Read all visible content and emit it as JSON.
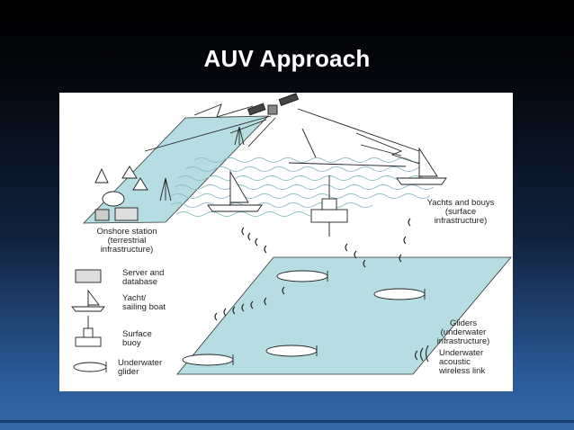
{
  "slide": {
    "title": "AUV Approach"
  },
  "diagram": {
    "labels": {
      "onshore_station": [
        "Onshore station",
        "(terrestrial",
        "infrastructure)"
      ],
      "yachts_buoys": [
        "Yachts and bouys",
        "(surface",
        "infrastructure)"
      ],
      "gliders": [
        "Gliders",
        "(underwater",
        "infrastructure)"
      ],
      "acoustic_link": [
        "Underwater",
        "acoustic",
        "wireless link"
      ]
    },
    "legend": [
      {
        "icon": "server-database-icon",
        "label": [
          "Server and",
          "database"
        ]
      },
      {
        "icon": "yacht-icon",
        "label": [
          "Yacht/",
          "sailing boat"
        ]
      },
      {
        "icon": "surface-buoy-icon",
        "label": [
          "Surface",
          "buoy"
        ]
      },
      {
        "icon": "underwater-glider-icon",
        "label": [
          "Underwater",
          "glider"
        ]
      }
    ],
    "colors": {
      "land": "#b5dde2",
      "sea_floor": "#b5dde2",
      "waves": "#a9d3da",
      "stroke": "#222222",
      "figure_bg": "#ffffff"
    }
  }
}
